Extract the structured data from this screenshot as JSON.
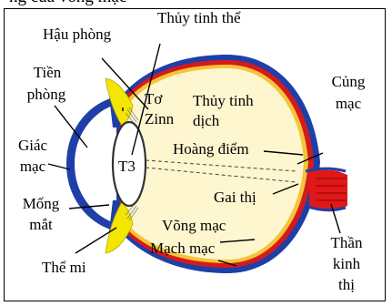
{
  "top_strip_text": "ng của võng mạc",
  "labels": {
    "thuy_tinh_the": "Thủy tinh thể",
    "hau_phong": "Hậu phòng",
    "tien_phong_1": "Tiền",
    "tien_phong_2": "phòng",
    "to_zinn_1": "Tơ",
    "to_zinn_2": "Zinn",
    "thuy_tinh_dich_1": "Thủy tinh",
    "thuy_tinh_dich_2": "dịch",
    "cung_mac_1": "Củng",
    "cung_mac_2": "mạc",
    "giac_mac_1": "Giác",
    "giac_mac_2": "mạc",
    "hoang_diem": "Hoàng điểm",
    "t3": "T3",
    "gai_thi": "Gai thị",
    "mong_mat_1": "Mống",
    "mong_mat_2": "mắt",
    "vong_mac": "Võng mạc",
    "than_kinh_thi_1": "Thần",
    "than_kinh_thi_2": "kinh",
    "than_kinh_thi_3": "thị",
    "mach_mac": "Mạch mạc",
    "the_mi": "Thể mi"
  },
  "colors": {
    "sclera": "#1f3fa8",
    "choroid": "#d61a1a",
    "retina": "#f4c53a",
    "vitreous": "#fdf6cf",
    "ciliary": "#f3e600",
    "nerve": "#e01818",
    "pointer": "#000000"
  }
}
